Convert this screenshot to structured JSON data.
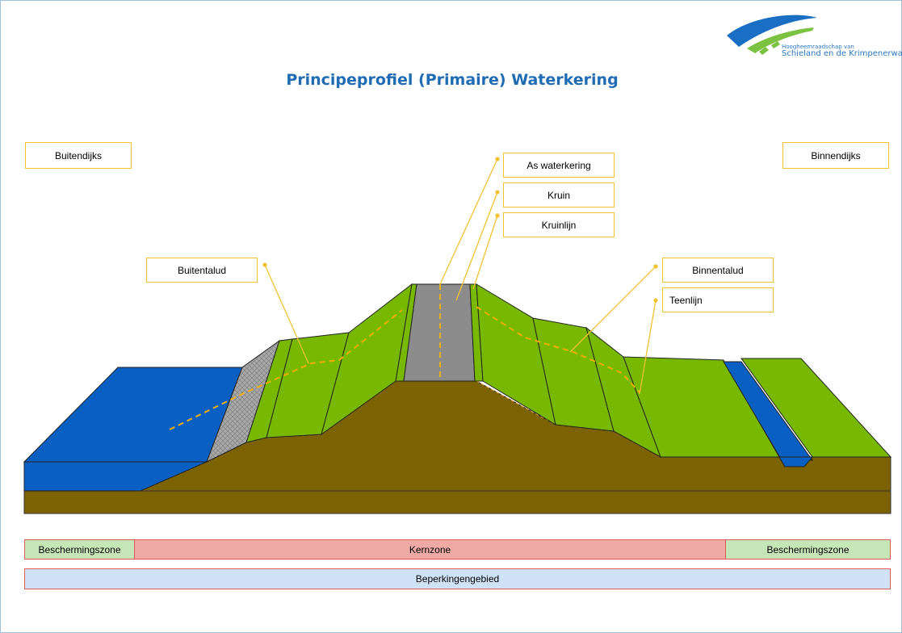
{
  "title": "Principeprofiel (Primaire) Waterkering",
  "logo": {
    "line1": "Hoogheemraadschap van",
    "line2": "Schieland en de Krimpenerwaard"
  },
  "labels": {
    "buitendijks": "Buitendijks",
    "binnendijks": "Binnendijks",
    "as_waterkering": "As waterkering",
    "kruin": "Kruin",
    "kruinlijn": "Kruinlijn",
    "buitentalud": "Buitentalud",
    "binnentalud": "Binnentalud",
    "teenlijn": "Teenlijn"
  },
  "zones": {
    "bescherming_left": "Beschermingszone",
    "kernzone": "Kernzone",
    "bescherming_right": "Beschermingszone",
    "beperkingengebied": "Beperkingengebied"
  },
  "colors": {
    "water": "#0a5fc2",
    "grass": "#78b800",
    "soil": "#7c6200",
    "road": "#8c8c8c",
    "label_border": "#f1c232",
    "zone_green": "#c6e6b8",
    "zone_red": "#efaaa5",
    "zone_blue": "#cfe2f7"
  }
}
